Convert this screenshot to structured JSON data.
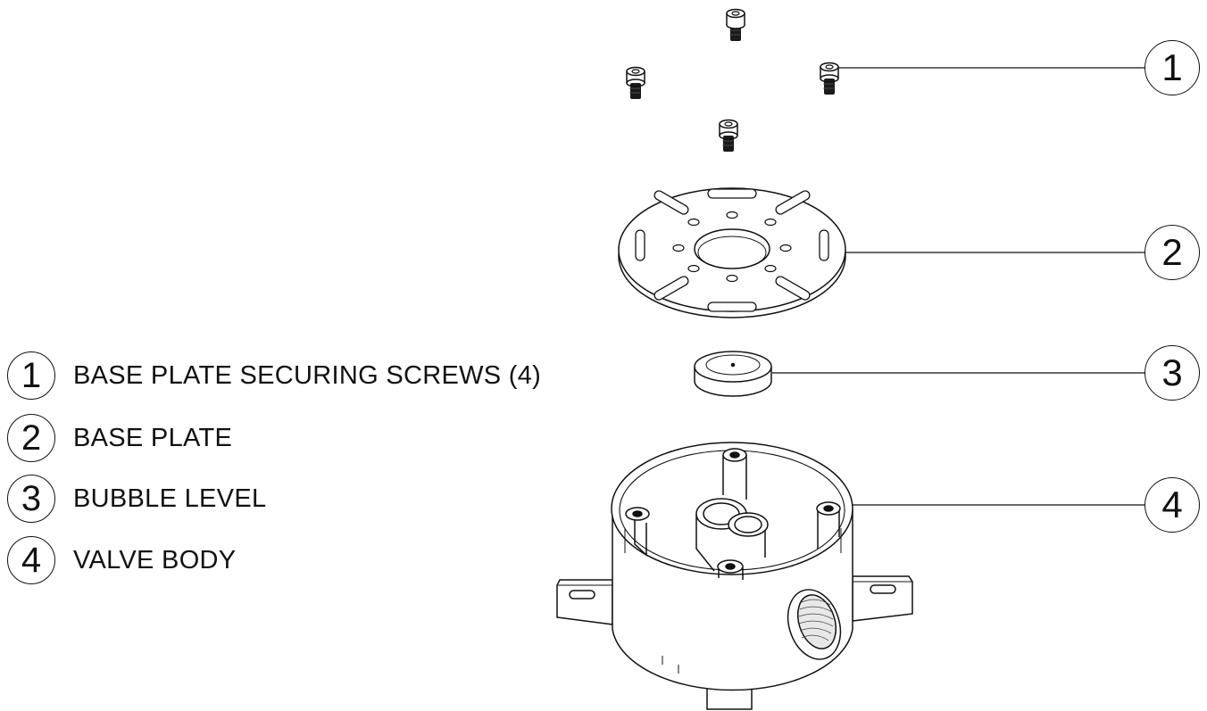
{
  "legend": [
    {
      "number": "1",
      "label": "BASE PLATE SECURING SCREWS (4)"
    },
    {
      "number": "2",
      "label": "BASE PLATE"
    },
    {
      "number": "3",
      "label": "BUBBLE LEVEL"
    },
    {
      "number": "4",
      "label": "VALVE BODY"
    }
  ],
  "callouts": [
    "1",
    "2",
    "3",
    "4"
  ],
  "colors": {
    "line": "#111111",
    "background": "#ffffff",
    "screw_shank": "#1a1a1a",
    "thread": "#444444"
  }
}
